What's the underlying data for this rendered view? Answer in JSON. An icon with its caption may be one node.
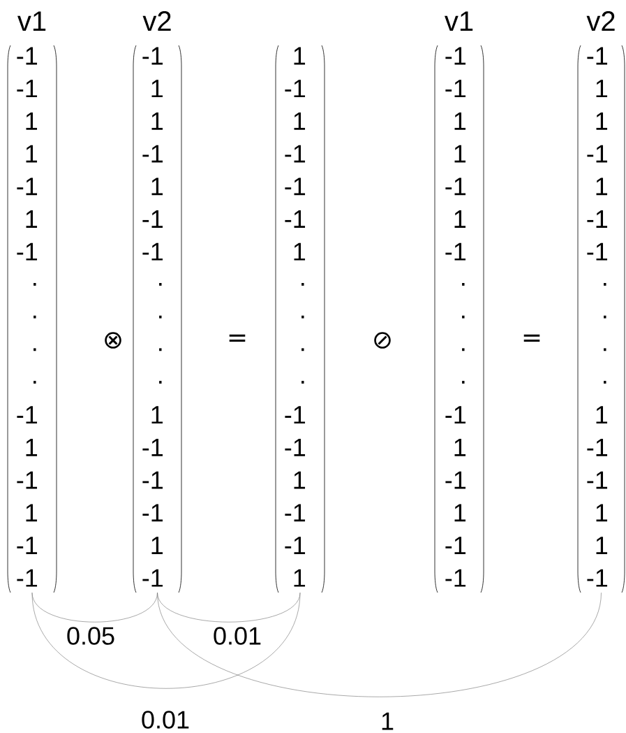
{
  "diagram": {
    "nodes": [
      {
        "text": [
          "v1",
          "-1",
          "-1",
          "1",
          "1",
          "-1",
          "1",
          "-1",
          ".",
          ".",
          ".",
          ".",
          "-1",
          "1",
          "-1",
          "1",
          "-1",
          "-1"
        ]
      },
      {
        "text": [
          "v2",
          "-1",
          "1",
          "1",
          "-1",
          "1",
          "-1",
          "-1",
          ".",
          ".",
          ".",
          ".",
          "1",
          "-1",
          "-1",
          "-1",
          "1",
          "-1"
        ]
      },
      {
        "text": [
          "1",
          "-1",
          "1",
          "-1",
          "-1",
          "-1",
          "1",
          ".",
          ".",
          ".",
          ".",
          "-1",
          "-1",
          "1",
          "-1",
          "-1",
          "1"
        ]
      },
      {
        "text": [
          "v1",
          "-1",
          "-1",
          "1",
          "1",
          "-1",
          "1",
          "-1",
          ".",
          ".",
          ".",
          ".",
          "-1",
          "1",
          "-1",
          "1",
          "-1",
          "-1"
        ]
      },
      {
        "text": [
          "v2",
          "-1",
          "1",
          "1",
          "-1",
          "1",
          "-1",
          "-1",
          ".",
          ".",
          ".",
          ".",
          "1",
          "-1",
          "-1",
          "1",
          "1",
          "-1"
        ]
      }
    ],
    "edges": [
      {
        "from": 0,
        "to": 1,
        "arrow": "none",
        "label": "0.05"
      },
      {
        "from": 1,
        "to": 2,
        "arrow": "none",
        "label": "0.01"
      },
      {
        "from": 0,
        "to": 2,
        "arrow": "none",
        "label": "0.01"
      },
      {
        "from": 1,
        "to": 4,
        "arrow": "none",
        "label": "1"
      }
    ],
    "labels": [
      "⊗",
      "=",
      "⊘",
      "="
    ]
  }
}
